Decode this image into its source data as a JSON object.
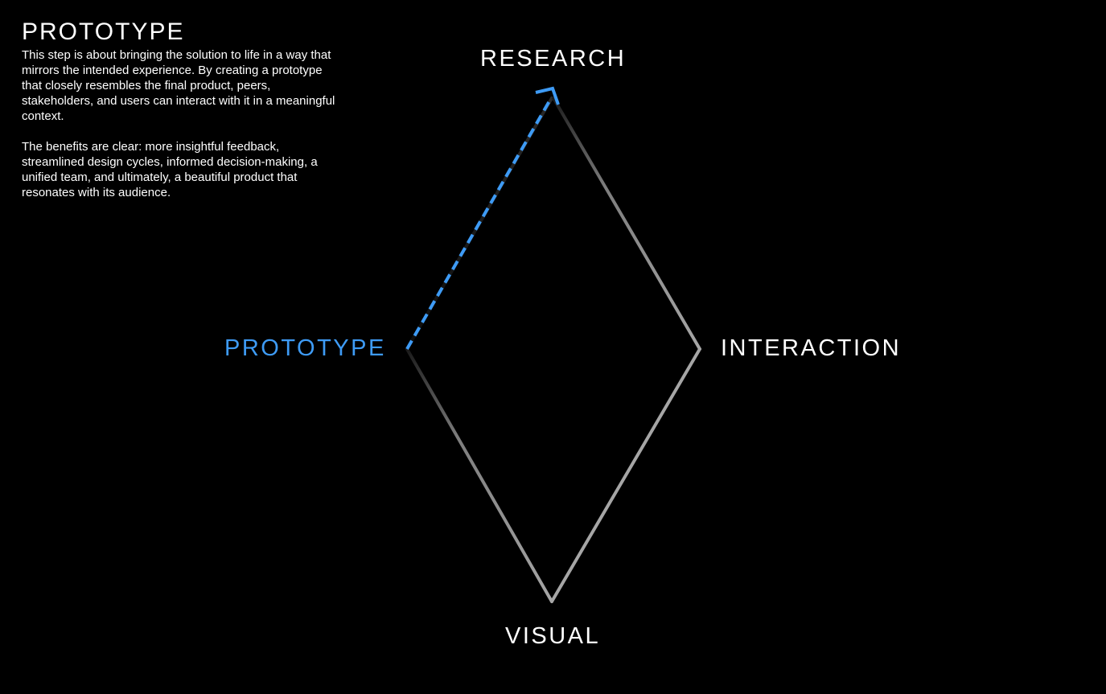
{
  "info": {
    "title": "PROTOTYPE",
    "paragraphs": [
      "This step is about bringing the solution to life in a way that mirrors the intended experience. By creating a prototype that closely resembles the final product, peers, stakeholders, and users can interact with it in a meaningful context.",
      "The benefits are clear: more insightful feedback, streamlined design cycles, informed decision-making, a unified team, and ultimately, a beautiful product that resonates with its audience."
    ]
  },
  "diagram": {
    "nodes": {
      "research": "RESEARCH",
      "interaction": "INTERACTION",
      "visual": "VISUAL",
      "prototype": "PROTOTYPE"
    },
    "active_node": "prototype",
    "colors": {
      "background": "#000000",
      "edge": "#a6a6a6",
      "active": "#3e9bf5",
      "text": "#ffffff"
    }
  }
}
